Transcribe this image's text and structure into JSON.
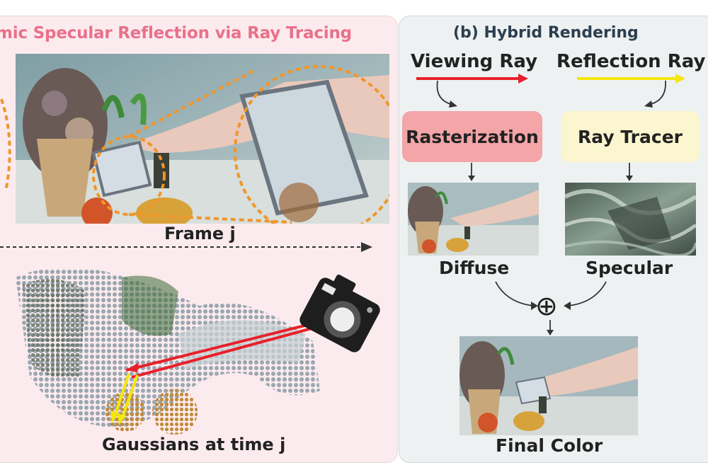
{
  "left_panel": {
    "title": "mic Specular Reflection via Ray Tracing",
    "frame_label": "Frame j",
    "gaussians_label": "Gaussians at time j"
  },
  "right_panel": {
    "title": "(b) Hybrid Rendering",
    "viewing_ray": "Viewing Ray",
    "reflection_ray": "Reflection Ray",
    "rasterization": "Rasterization",
    "ray_tracer": "Ray Tracer",
    "diffuse": "Diffuse",
    "specular": "Specular",
    "plus_symbol": "⊕",
    "final_color": "Final Color"
  },
  "colors": {
    "title_left": "#e9708a",
    "viewing_ray": "#e8202a",
    "reflection_ray": "#f5e60c",
    "rasterization_box": "#f3a5a8",
    "ray_tracer_box": "#fbf6cf",
    "dashed_orange": "#f0962a"
  }
}
